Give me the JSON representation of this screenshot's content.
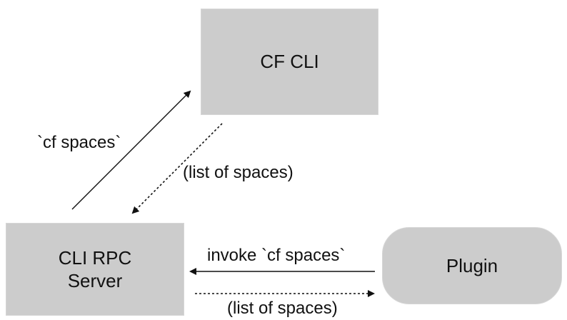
{
  "nodes": {
    "cf_cli": "CF CLI",
    "rpc_server": "CLI RPC\nServer",
    "plugin": "Plugin"
  },
  "edges": {
    "cf_spaces": "`cf spaces`",
    "list_of_spaces_1": "(list of spaces)",
    "invoke": "invoke `cf spaces`",
    "list_of_spaces_2": "(list of spaces)"
  },
  "colors": {
    "node_fill": "#cccccc",
    "line": "#111111"
  }
}
